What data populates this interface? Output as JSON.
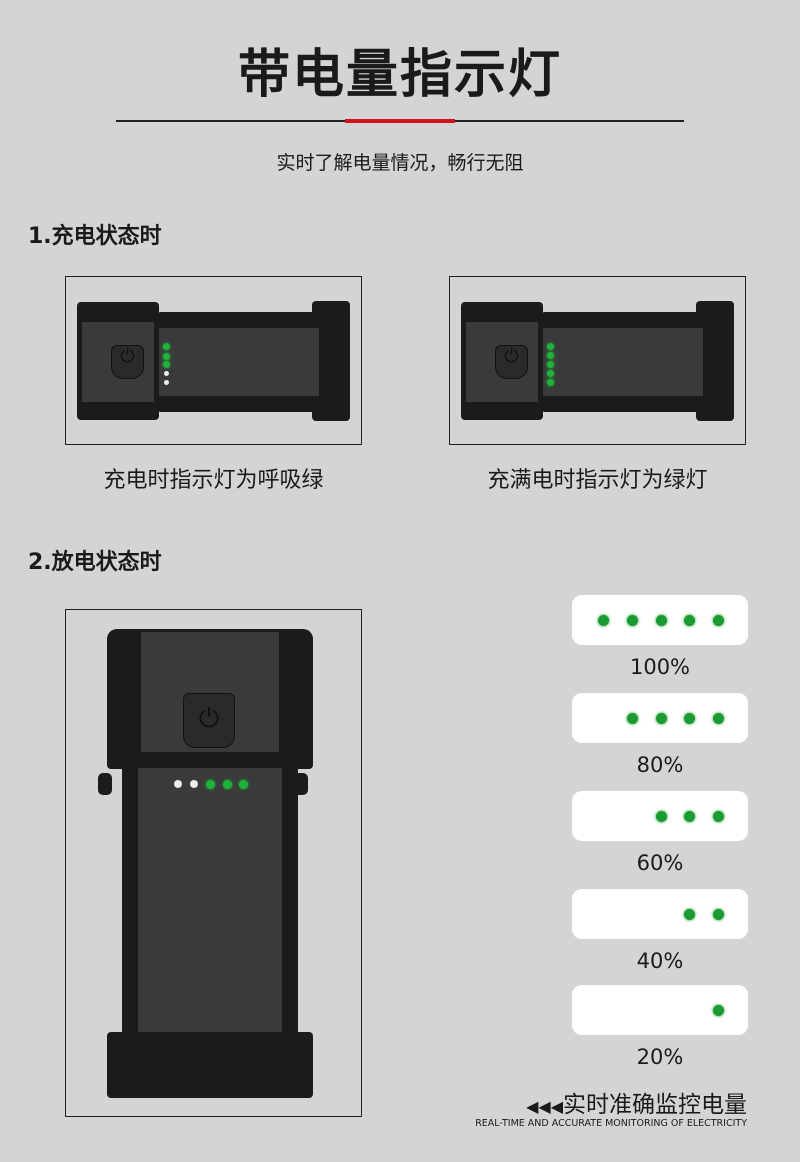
{
  "title": "带电量指示灯",
  "subtitle": "实时了解电量情况，畅行无阻",
  "section1": {
    "heading": "1.充电状态时",
    "captions": [
      "充电时指示灯为呼吸绿",
      "充满电时指示灯为绿灯"
    ]
  },
  "section2": {
    "heading": "2.放电状态时",
    "levels": [
      {
        "label": "100%",
        "dots": 5
      },
      {
        "label": "80%",
        "dots": 4
      },
      {
        "label": "60%",
        "dots": 3
      },
      {
        "label": "40%",
        "dots": 2
      },
      {
        "label": "20%",
        "dots": 1
      }
    ]
  },
  "footer": {
    "arrows": "◀◀◀",
    "text": "实时准确监控电量",
    "english": "REAL-TIME AND ACCURATE MONITORING OF ELECTRICITY"
  },
  "colors": {
    "accent": "#d0141c",
    "led_green": "#1fb33a",
    "background": "#d4d4d4"
  }
}
